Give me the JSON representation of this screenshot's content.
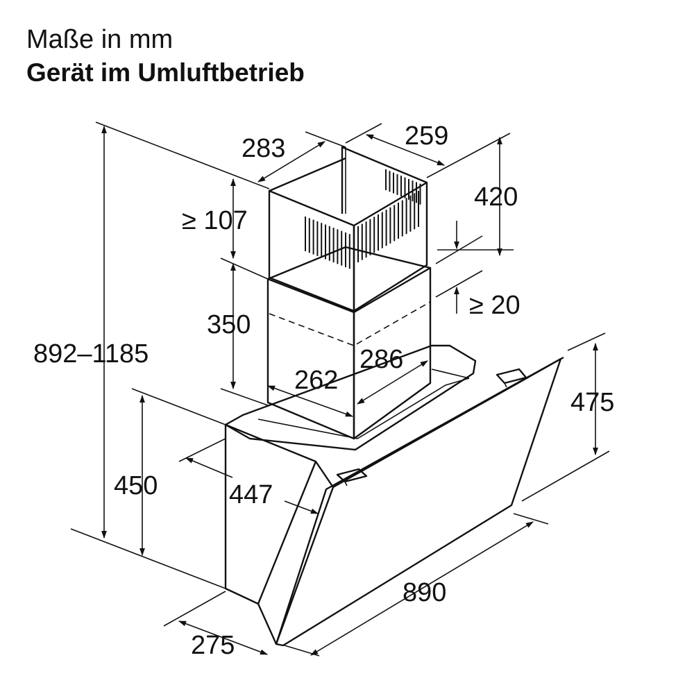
{
  "header": {
    "units": "Maße in mm",
    "mode": "Gerät im Umluftbetrieb"
  },
  "dimensions": {
    "total_height": "892–1185",
    "chimney_depth_top": "283",
    "chimney_width_top": "259",
    "chimney_upper_height": "420",
    "min_gap_top": "≥ 107",
    "chimney_lower_height": "350",
    "min_gap_bottom": "≥ 20",
    "chimney_width_lower": "262",
    "chimney_depth_lower": "286",
    "glass_height": "475",
    "body_height": "450",
    "body_depth": "447",
    "overall_width": "890",
    "bottom_depth": "275"
  }
}
